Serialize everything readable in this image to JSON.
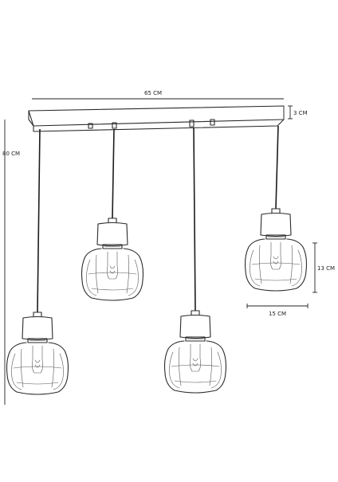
{
  "dimensions": {
    "bar_width": "65 CM",
    "bar_height": "3 CM",
    "drop_height": "80 CM",
    "shade_height": "13 CM",
    "shade_width": "15 CM"
  },
  "lamp_count": 4,
  "colors": {
    "ink": "#2a2a2a",
    "background": "#ffffff"
  }
}
